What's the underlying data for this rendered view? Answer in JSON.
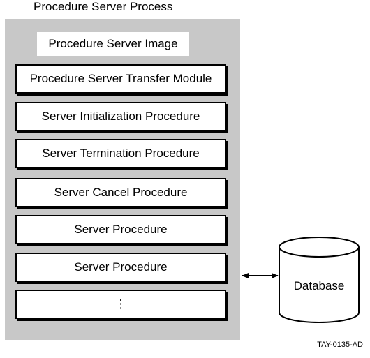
{
  "process": {
    "title": "Procedure Server Process",
    "image_label": "Procedure Server Image",
    "modules": [
      "Procedure Server Transfer Module",
      "Server Initialization Procedure",
      "Server Termination Procedure",
      "Server Cancel Procedure",
      "Server Procedure",
      "Server Procedure",
      "⋮"
    ]
  },
  "database": {
    "label": "Database"
  },
  "figure_id": "TAY-0135-AD"
}
